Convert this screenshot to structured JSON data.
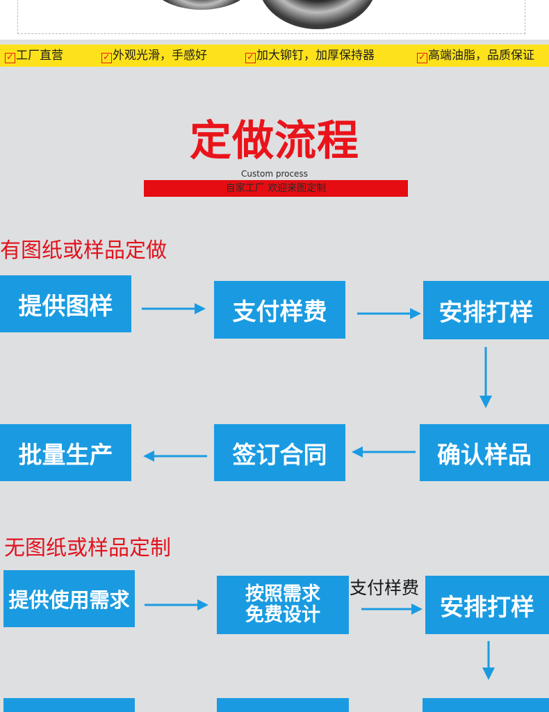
{
  "banner": {
    "features": [
      "工厂直营",
      "外观光滑，手感好",
      "加大铆钉，加厚保持器",
      "高端油脂，品质保证"
    ]
  },
  "header": {
    "title": "定做流程",
    "subtitle": "Custom process",
    "bar_text": "自家工厂 欢迎来图定制"
  },
  "section1": {
    "heading": "有图纸或样品定做",
    "steps": [
      "提供图样",
      "支付样费",
      "安排打样",
      "确认样品",
      "签订合同",
      "批量生产"
    ]
  },
  "section2": {
    "heading": "无图纸或样品定制",
    "steps": [
      "提供使用需求",
      "按照需求\n免费设计",
      "安排打样"
    ],
    "step2_line1": "按照需求",
    "step2_line2": "免费设计",
    "arrow_note": "支付样费"
  },
  "colors": {
    "background": "#dedfe1",
    "banner": "#fde21b",
    "accent_red": "#e9141b",
    "step_blue": "#1a9be1",
    "arrow_blue": "#1a9be1"
  }
}
